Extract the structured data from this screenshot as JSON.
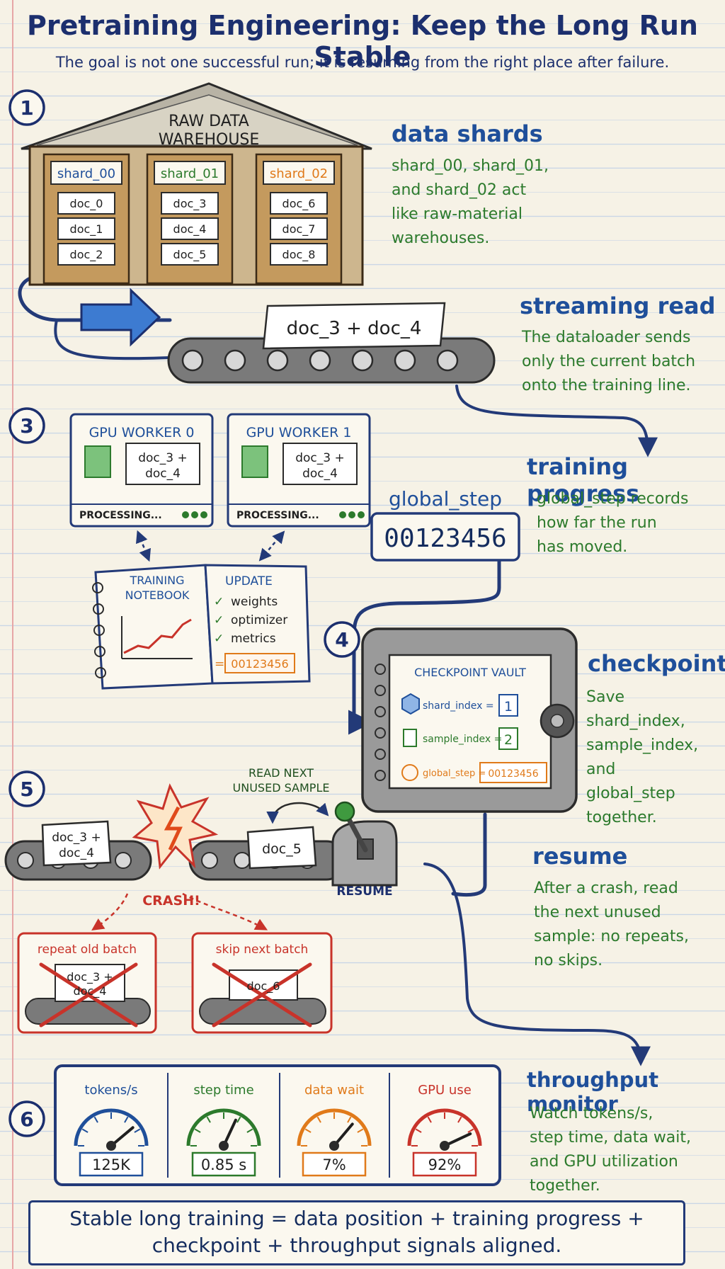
{
  "title": "Pretraining Engineering: Keep the Long Run Stable",
  "subtitle": "The goal is not one successful run; it is resuming from the right place after failure.",
  "colors": {
    "ink": "#1c2f6e",
    "green": "#2c7a2c",
    "orange": "#e07a1a",
    "red": "#c8332a",
    "wood": "#b98a4e"
  },
  "step_numbers": [
    "1",
    "3",
    "4",
    "5",
    "6"
  ],
  "warehouse": {
    "label_line1": "RAW DATA",
    "label_line2": "WAREHOUSE",
    "shards": [
      {
        "name": "shard_00",
        "docs": [
          "doc_0",
          "doc_1",
          "doc_2"
        ]
      },
      {
        "name": "shard_01",
        "docs": [
          "doc_3",
          "doc_4",
          "doc_5"
        ]
      },
      {
        "name": "shard_02",
        "docs": [
          "doc_6",
          "doc_7",
          "doc_8"
        ]
      }
    ]
  },
  "conveyor_card": "doc_3 + doc_4",
  "sections": {
    "data_shards": {
      "heading": "data shards",
      "body": [
        "shard_00, shard_01,",
        "and shard_02 act",
        "like raw-material",
        "warehouses."
      ]
    },
    "streaming_read": {
      "heading": "streaming read",
      "body": [
        "The dataloader sends",
        "only the current batch",
        "onto the training line."
      ]
    },
    "training_progress": {
      "heading": "training progress",
      "body": [
        "global_step records",
        "how far the run",
        "has moved."
      ]
    },
    "checkpoint": {
      "heading": "checkpoint",
      "body": [
        "Save shard_index,",
        "sample_index, and",
        "global_step",
        "together."
      ]
    },
    "resume": {
      "heading": "resume",
      "body": [
        "After a crash, read",
        "the next unused",
        "sample: no repeats,",
        "no skips."
      ]
    },
    "throughput_monitor": {
      "heading": "throughput monitor",
      "body": [
        "Watch tokens/s,",
        "step time, data wait,",
        "and GPU utilization",
        "together."
      ]
    }
  },
  "workers": [
    {
      "title": "GPU WORKER 0",
      "batch_line1": "doc_3 +",
      "batch_line2": "doc_4",
      "status": "PROCESSING..."
    },
    {
      "title": "GPU WORKER 1",
      "batch_line1": "doc_3 +",
      "batch_line2": "doc_4",
      "status": "PROCESSING..."
    }
  ],
  "global_step": {
    "label": "global_step",
    "value": "00123456"
  },
  "notebook": {
    "left_line1": "TRAINING",
    "left_line2": "NOTEBOOK",
    "update_title": "UPDATE",
    "checks": [
      "weights",
      "optimizer",
      "metrics"
    ],
    "step_value": "00123456",
    "equals": "="
  },
  "vault": {
    "title": "CHECKPOINT VAULT",
    "rows": [
      {
        "label": "shard_index =",
        "value": "1",
        "icon": "cube-icon"
      },
      {
        "label": "sample_index =",
        "value": "2",
        "icon": "document-icon"
      },
      {
        "label": "global_step =",
        "value": "00123456",
        "icon": "clock-icon"
      }
    ]
  },
  "resume_scene": {
    "old_card_line1": "doc_3 +",
    "old_card_line2": "doc_4",
    "crash_label": "CRASH!",
    "next_card": "doc_5",
    "read_next_line1": "READ NEXT",
    "read_next_line2": "UNUSED SAMPLE",
    "lever_label": "RESUME",
    "wrong1": {
      "title": "repeat old batch",
      "card_line1": "doc_3 +",
      "card_line2": "doc_4"
    },
    "wrong2": {
      "title": "skip next batch",
      "card_line1": "doc_6"
    }
  },
  "gauges": [
    {
      "label": "tokens/s",
      "value": "125K",
      "color": "#1f4f9a",
      "needle_angle_deg": 40
    },
    {
      "label": "step time",
      "value": "0.85 s",
      "color": "#2c7a2c",
      "needle_angle_deg": 65
    },
    {
      "label": "data wait",
      "value": "7%",
      "color": "#e07a1a",
      "needle_angle_deg": 50
    },
    {
      "label": "GPU use",
      "value": "92%",
      "color": "#c8332a",
      "needle_angle_deg": 25
    }
  ],
  "footer": {
    "line1": "Stable long training = data position + training progress +",
    "line2": "checkpoint + throughput signals aligned."
  }
}
